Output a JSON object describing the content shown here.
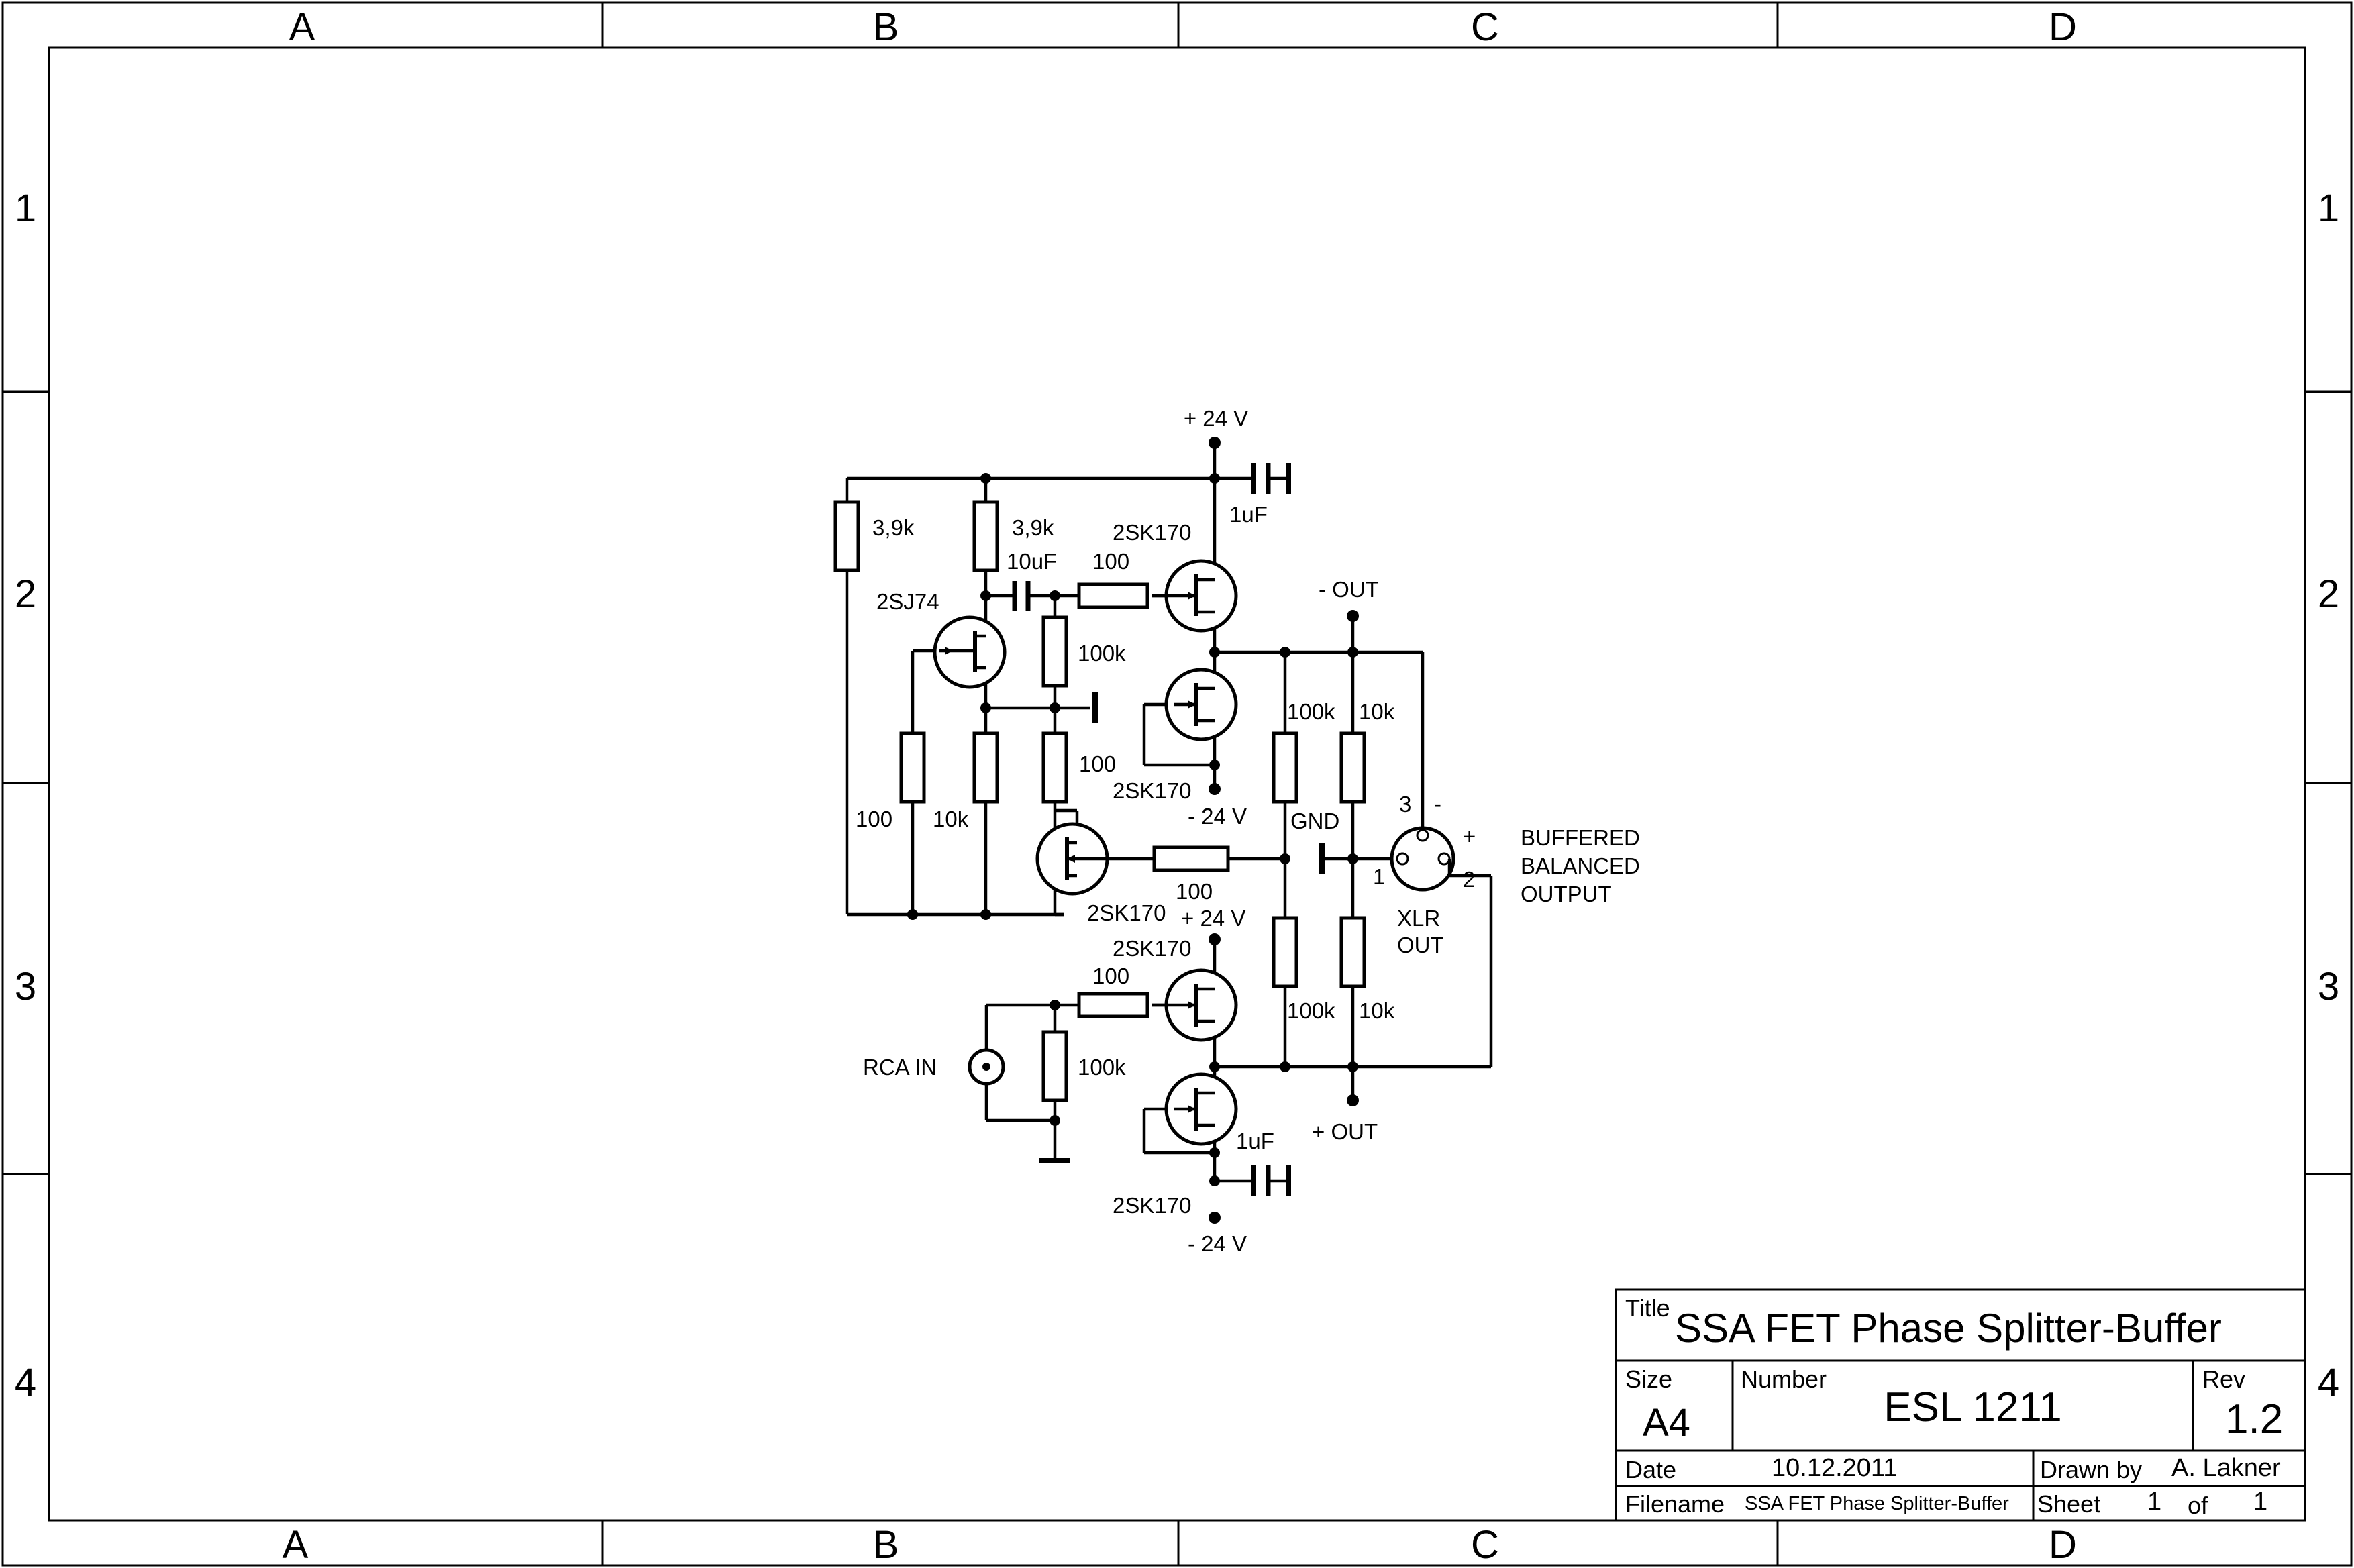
{
  "frame": {
    "columns": [
      "A",
      "B",
      "C",
      "D"
    ],
    "rows": [
      "1",
      "2",
      "3",
      "4"
    ]
  },
  "schematic": {
    "supply": {
      "top_pos": "+ 24 V",
      "upper_neg": "- 24 V",
      "mid_pos": "+ 24 V",
      "bottom_neg": "- 24 V"
    },
    "resistors": {
      "r1": "3,9k",
      "r2": "3,9k",
      "r3": "100",
      "r4": "100k",
      "r5": "100",
      "r6": "100",
      "r7": "10k",
      "r8": "100",
      "r9": "100k",
      "r10": "10k",
      "r11": "100k",
      "r12": "10k",
      "r13": "100",
      "r14": "100k"
    },
    "capacitors": {
      "c1": "1uF",
      "c2": "10uF",
      "c3": "1uF"
    },
    "transistors": {
      "q1": "2SJ74",
      "q2": "2SK170",
      "q3": "2SK170",
      "q4": "2SK170",
      "q5": "2SK170",
      "q6": "2SK170"
    },
    "labels": {
      "gnd": "GND",
      "neg_out": "- OUT",
      "pos_out": "+ OUT",
      "rca_in": "RCA IN",
      "xlr_out": [
        "XLR",
        "OUT"
      ],
      "xlr_pin1": "1",
      "xlr_pin2": "2",
      "xlr_pin3": "3",
      "xlr_minus": "-",
      "xlr_plus": "+",
      "buffered_output": [
        "BUFFERED",
        "BALANCED",
        "OUTPUT"
      ]
    }
  },
  "title_block": {
    "title_label": "Title",
    "title": "SSA FET Phase Splitter-Buffer",
    "size_label": "Size",
    "size": "A4",
    "number_label": "Number",
    "number": "ESL 1211",
    "rev_label": "Rev",
    "rev": "1.2",
    "date_label": "Date",
    "date": "10.12.2011",
    "drawn_label": "Drawn by",
    "drawn": "A. Lakner",
    "filename_label": "Filename",
    "filename": "SSA FET Phase Splitter-Buffer",
    "sheet_label": "Sheet",
    "sheet": "1",
    "of_label": "of",
    "sheets": "1"
  }
}
